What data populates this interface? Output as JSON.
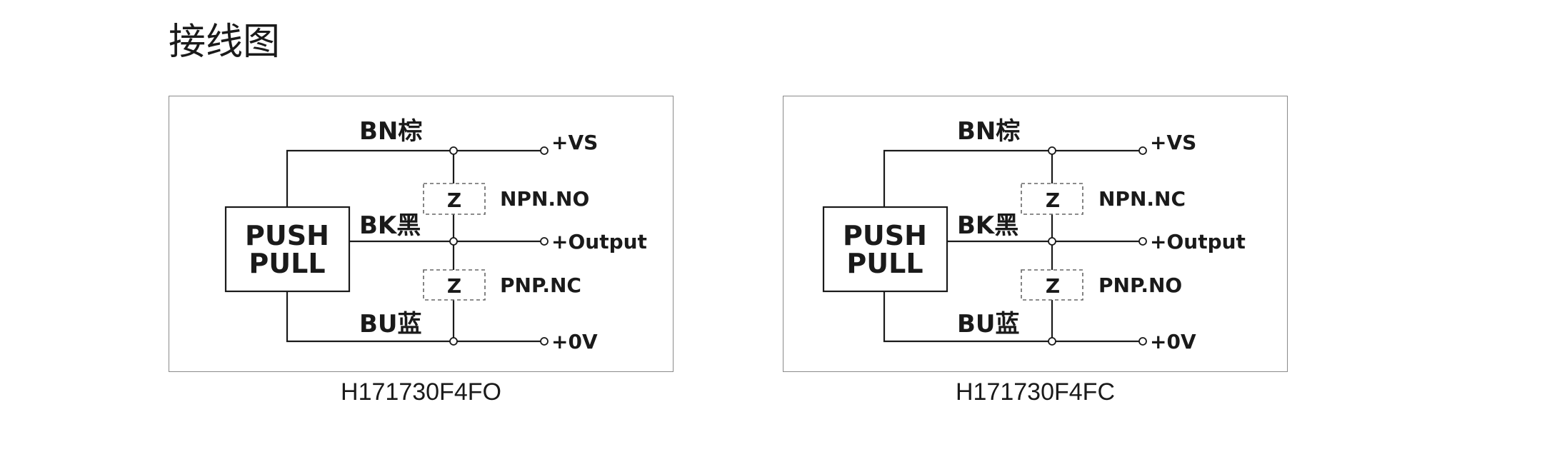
{
  "page": {
    "title": "接线图"
  },
  "diagrams": [
    {
      "model": "H171730F4FO",
      "device": {
        "line1": "PUSH",
        "line2": "PULL"
      },
      "wires": {
        "brown": "BN棕",
        "black": "BK黑",
        "blue": "BU蓝"
      },
      "terminals": {
        "vs": "+VS",
        "output": "+Output",
        "zero": "+0V"
      },
      "load_symbol": "Z",
      "upper_load": "NPN.NO",
      "lower_load": "PNP.NC"
    },
    {
      "model": "H171730F4FC",
      "device": {
        "line1": "PUSH",
        "line2": "PULL"
      },
      "wires": {
        "brown": "BN棕",
        "black": "BK黑",
        "blue": "BU蓝"
      },
      "terminals": {
        "vs": "+VS",
        "output": "+Output",
        "zero": "+0V"
      },
      "load_symbol": "Z",
      "upper_load": "NPN.NC",
      "lower_load": "PNP.NO"
    }
  ]
}
